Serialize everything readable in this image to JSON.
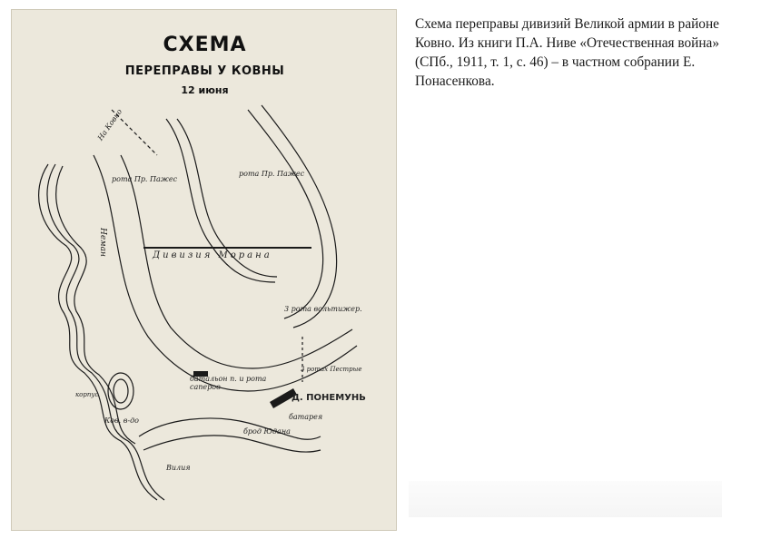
{
  "map": {
    "title": "СХЕМА",
    "subtitle": "ПЕРЕПРАВЫ У КОВНЫ",
    "date": "12 июня",
    "labels": {
      "road_kovno": "На Ковно",
      "company_pazhes_left": "рота Пр. Пажес",
      "company_pazhes_right": "рота Пр. Пажес",
      "river_neman": "Неман",
      "division_moran": "Дивизия Морана",
      "voltigeurs": "3 рота вольтижер.",
      "battalion_sappers": "батальон п. и рота саперов",
      "pontoon_battery": "3 ротах Пестрые",
      "village_ponemun": "Д. ПОНЕМУНЬ",
      "battery": "батарея",
      "kovno_town": "Ков. в-до",
      "river_vilia": "Вилия",
      "ford_judana": "брод Юдана",
      "corps": "корпус"
    }
  },
  "caption": {
    "text": "Схема переправы дивизий Великой армии в районе Ковно. Из книги П.А. Ниве «Отечественная война» (СПб., 1911, т. 1, с. 46) – в частном собрании Е. Понасенкова."
  },
  "colors": {
    "ink": "#1a1a1a",
    "paper": "#ece8dc"
  }
}
